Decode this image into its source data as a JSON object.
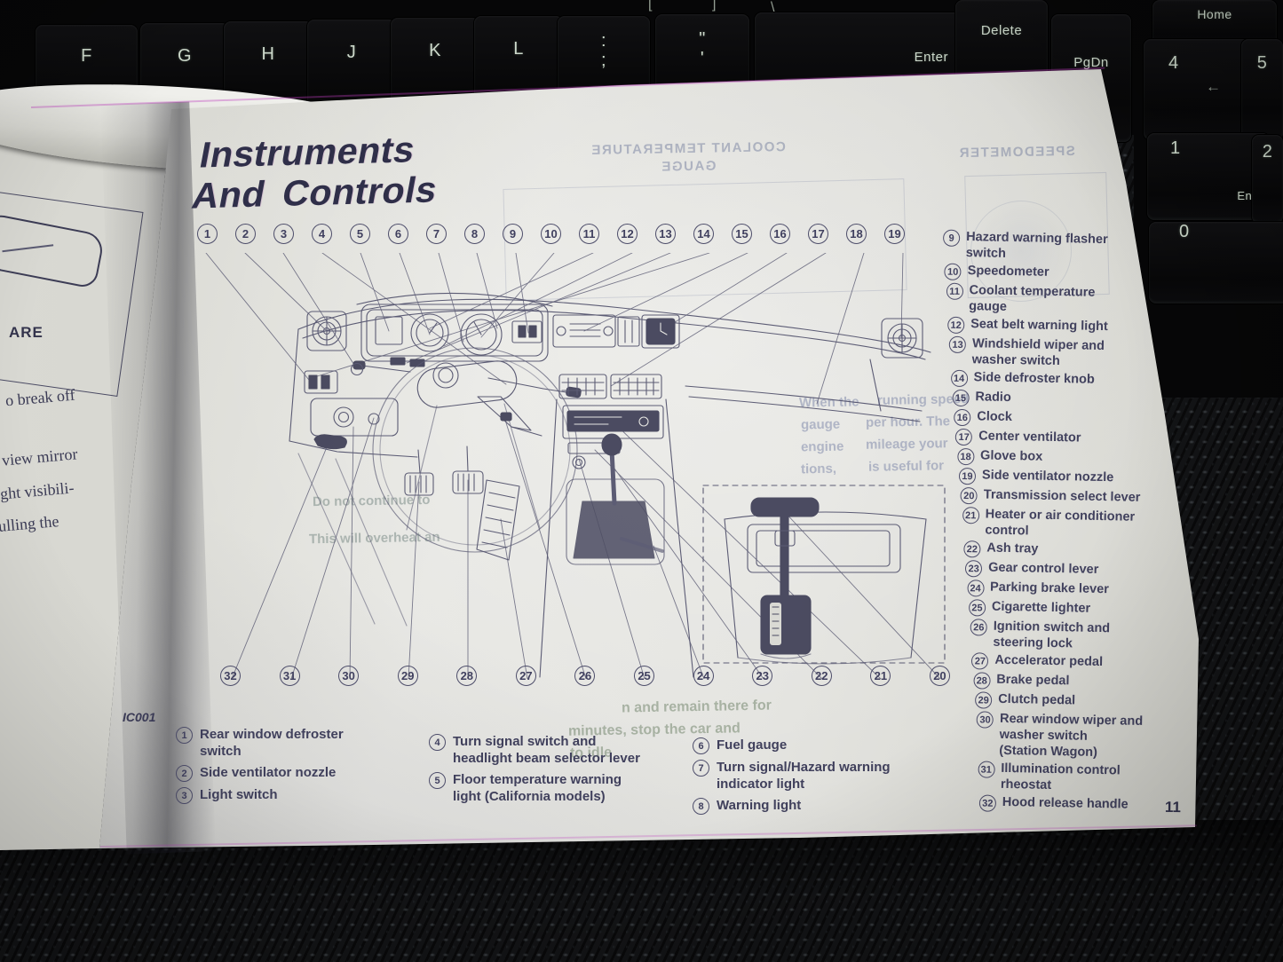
{
  "keyboard": {
    "f": "F",
    "g": "G",
    "h": "H",
    "j": "J",
    "k": "K",
    "l": "L",
    "semi_top": ":",
    "semi_bot": ";",
    "quote_top": "\"",
    "quote_bot": "'",
    "enter": "Enter",
    "del": "Delete",
    "pgdn": "PgDn",
    "home": "Home",
    "k4": "4",
    "k5": "5",
    "k1": "1",
    "end": "End",
    "k2": "2",
    "k0": "0",
    "arrow": "←",
    "bracket_l": "[",
    "bracket_r": "]",
    "backslash": "\\"
  },
  "left_page": {
    "caption": "ARE",
    "fragments": [
      "o break off",
      "view mirror",
      "ght visibili-",
      "ulling the"
    ]
  },
  "page": {
    "title_line1": "Instruments",
    "title_line2": "And Controls",
    "figure_code": "IC001",
    "page_number": "11",
    "top_callouts": [
      "1",
      "2",
      "3",
      "4",
      "5",
      "6",
      "7",
      "8",
      "9",
      "10",
      "11",
      "12",
      "13",
      "14",
      "15",
      "16",
      "17",
      "18",
      "19"
    ],
    "bottom_callouts": [
      "32",
      "31",
      "30",
      "29",
      "28",
      "27",
      "26",
      "25",
      "24",
      "23",
      "22",
      "21",
      "20"
    ],
    "legend": {
      "col1": [
        {
          "num": "1",
          "text": "Rear window defroster\nswitch"
        },
        {
          "num": "2",
          "text": "Side ventilator nozzle"
        },
        {
          "num": "3",
          "text": "Light switch"
        }
      ],
      "col2": [
        {
          "num": "4",
          "text": "Turn signal switch and\nheadlight beam selector lever"
        },
        {
          "num": "5",
          "text": "Floor temperature warning\nlight (California models)"
        }
      ],
      "col3": [
        {
          "num": "6",
          "text": "Fuel gauge"
        },
        {
          "num": "7",
          "text": "Turn signal/Hazard warning\nindicator light"
        },
        {
          "num": "8",
          "text": "Warning light"
        }
      ]
    },
    "right_list": [
      {
        "num": "9",
        "text": "Hazard warning flasher\nswitch"
      },
      {
        "num": "10",
        "text": "Speedometer"
      },
      {
        "num": "11",
        "text": "Coolant temperature\ngauge"
      },
      {
        "num": "12",
        "text": "Seat belt warning light"
      },
      {
        "num": "13",
        "text": "Windshield wiper and\nwasher switch"
      },
      {
        "num": "14",
        "text": "Side defroster knob"
      },
      {
        "num": "15",
        "text": "Radio"
      },
      {
        "num": "16",
        "text": "Clock"
      },
      {
        "num": "17",
        "text": "Center ventilator"
      },
      {
        "num": "18",
        "text": "Glove box"
      },
      {
        "num": "19",
        "text": "Side ventilator nozzle"
      },
      {
        "num": "20",
        "text": "Transmission select lever"
      },
      {
        "num": "21",
        "text": "Heater or air conditioner\ncontrol"
      },
      {
        "num": "22",
        "text": "Ash tray"
      },
      {
        "num": "23",
        "text": "Gear control lever"
      },
      {
        "num": "24",
        "text": "Parking brake lever"
      },
      {
        "num": "25",
        "text": "Cigarette lighter"
      },
      {
        "num": "26",
        "text": "Ignition switch and\nsteering lock"
      },
      {
        "num": "27",
        "text": "Accelerator pedal"
      },
      {
        "num": "28",
        "text": "Brake pedal"
      },
      {
        "num": "29",
        "text": "Clutch pedal"
      },
      {
        "num": "30",
        "text": "Rear window wiper and\nwasher switch\n(Station Wagon)"
      },
      {
        "num": "31",
        "text": "Illumination control\nrheostat"
      },
      {
        "num": "32",
        "text": "Hood release handle"
      }
    ],
    "bleed_through": {
      "heading1_line1": "COOLANT TEMPERATURE",
      "heading1_line2": "GAUGE",
      "heading2": "SPEEDOMETER",
      "right_fragments": [
        "When the",
        "running speed",
        "gauge",
        "per hour. The",
        "engine",
        "mileage your",
        "tions,",
        "is useful for"
      ],
      "bottom_fragments": [
        "n and remain there for",
        "minutes, stop the car and",
        "to idle"
      ],
      "left_fragments": [
        "Do not continue to",
        "This will overheat an"
      ]
    }
  },
  "colors": {
    "ink": "#44445f",
    "title_ink": "#2f2f49",
    "paper": "#e7e7e3",
    "keyboard": "#060607",
    "key_legend": "#ccd8ca"
  }
}
